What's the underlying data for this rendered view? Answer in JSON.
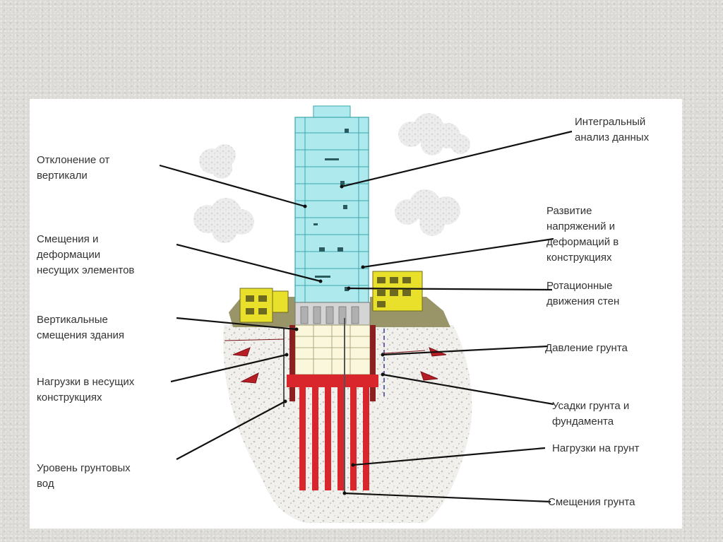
{
  "labels": {
    "left": [
      "Отклонение от\nвертикали",
      "Смещения и\nдеформации\nнесущих элементов",
      "Вертикальные\nсмещения здания",
      "Нагрузки в несущих\nконструкциях",
      "Уровень грунтовых\nвод"
    ],
    "right": [
      "Интегральный\nанализ данных",
      "Развитие\nнапряжений и\nдеформаций в\nконструкциях",
      "Ротационные\nдвижения стен",
      "Давление грунта",
      "Усадки грунта и\nфундамента",
      "Нагрузки на грунт",
      "Смещения грунта"
    ]
  },
  "colors": {
    "tower": "#aee9ee",
    "tower_stroke": "#3aa6ad",
    "piles": "#d9262d",
    "houses": "#e8e02a",
    "ground_top": "#9a9568",
    "text": "#333333"
  }
}
